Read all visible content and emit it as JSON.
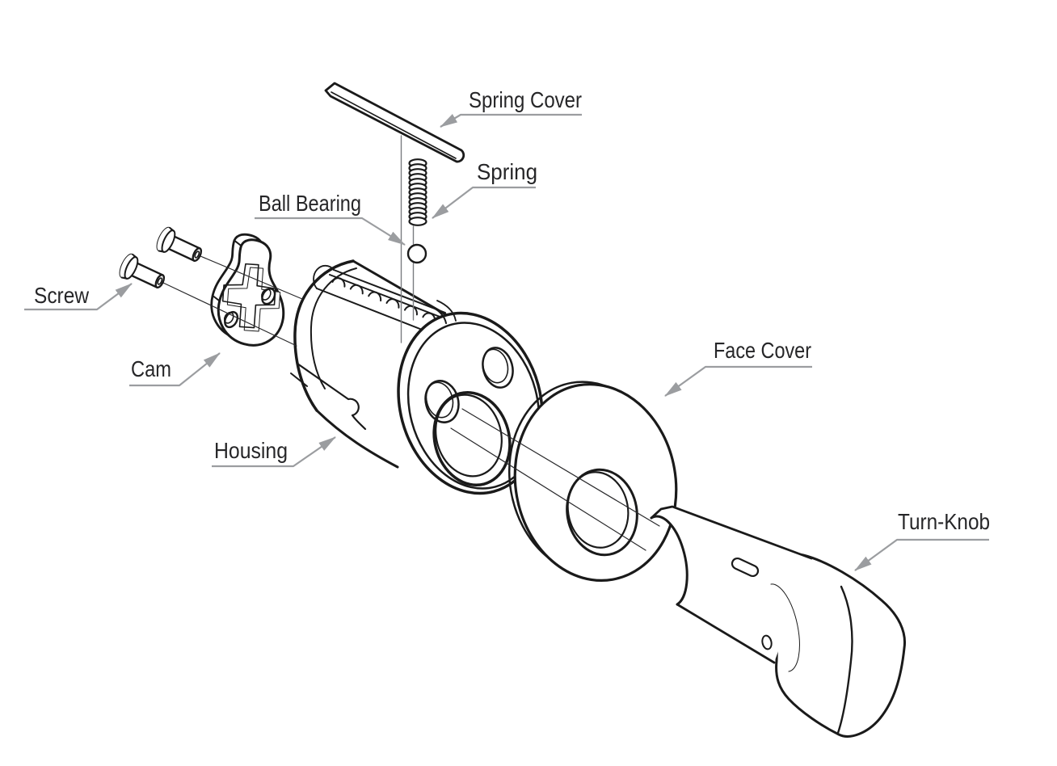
{
  "figure": {
    "kind": "exploded-parts-diagram",
    "colors": {
      "line": "#1a1a1a",
      "leader": "#9b9da0",
      "label": "#262628",
      "background": "#ffffff"
    }
  },
  "labels": {
    "spring_cover": "Spring Cover",
    "spring": "Spring",
    "ball_bearing": "Ball Bearing",
    "screw": "Screw",
    "cam": "Cam",
    "housing": "Housing",
    "face_cover": "Face Cover",
    "turn_knob": "Turn-Knob"
  }
}
